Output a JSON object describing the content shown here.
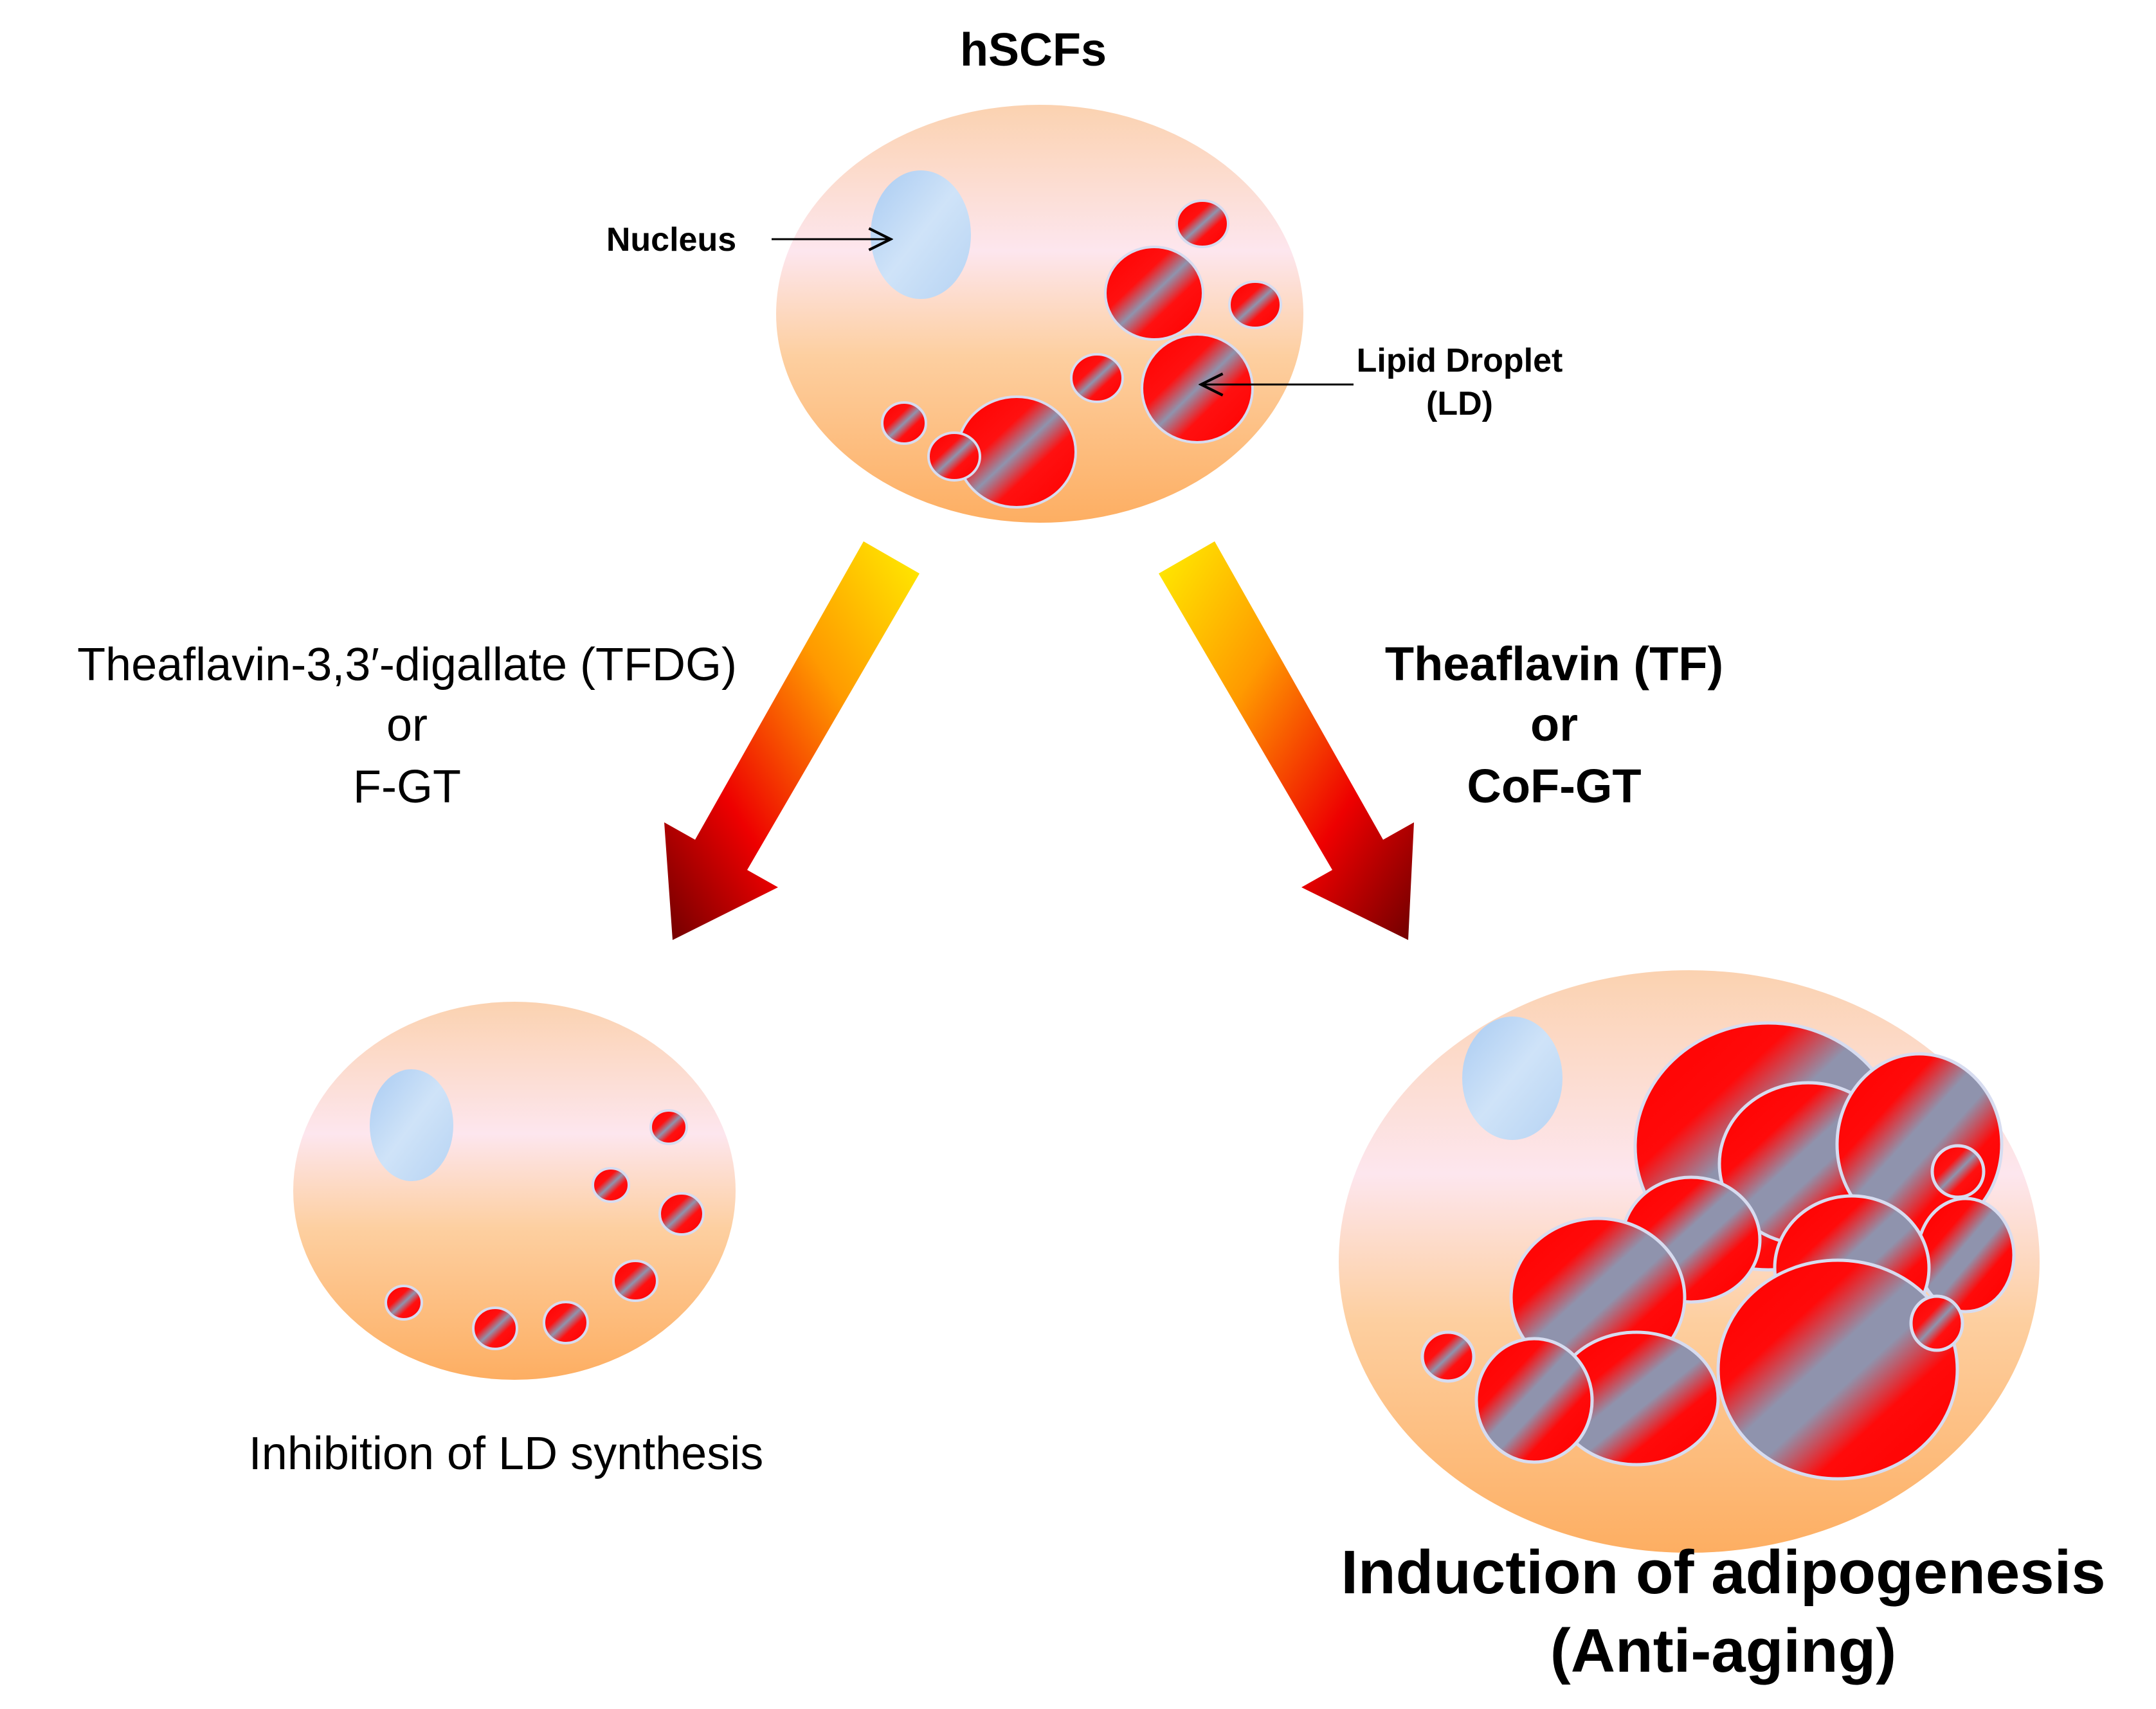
{
  "top_cell": {
    "title": "hSCFs",
    "nucleus_label": "Nucleus",
    "lipid_label_line1": "Lipid Droplet",
    "lipid_label_line2": "(LD)"
  },
  "left_branch": {
    "treatment_line1": "Theaflavin-3,3′-digallate (TFDG)",
    "treatment_line2": "or",
    "treatment_line3": "F-GT",
    "outcome": "Inhibition of LD synthesis"
  },
  "right_branch": {
    "treatment_line1": "Theaflavin (TF)",
    "treatment_line2": "or",
    "treatment_line3": "CoF-GT",
    "outcome_line1": "Induction of adipogenesis",
    "outcome_line2": "(Anti-aging)"
  },
  "colors": {
    "cell_top": "#fde6ee",
    "cell_bottom": "#fdb36a",
    "nucleus": "#bcd8f5",
    "droplet_red": "#ff0000",
    "droplet_blue_gray": "#8a94b0",
    "arrow_start": "#ffe600",
    "arrow_end": "#7a0000"
  }
}
